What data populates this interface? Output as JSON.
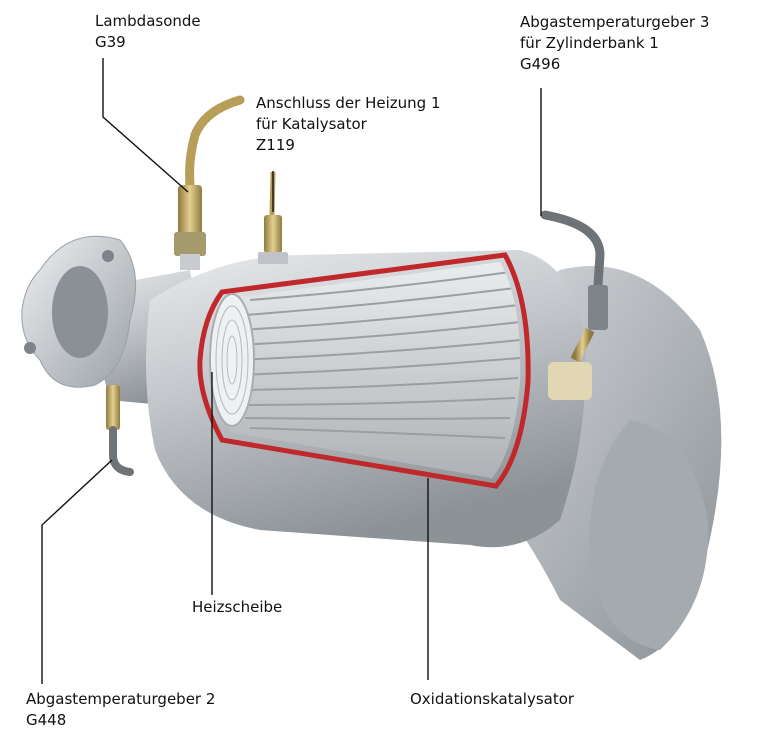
{
  "labels": {
    "lambda": {
      "line1": "Lambdasonde",
      "line2": "G39"
    },
    "heizung": {
      "line1": "Anschluss der Heizung 1",
      "line2": "für Katalysator",
      "line3": "Z119"
    },
    "temp3": {
      "line1": "Abgastemperaturgeber 3",
      "line2": "für Zylinderbank 1",
      "line3": "G496"
    },
    "heizscheibe": {
      "line1": "Heizscheibe"
    },
    "temp2": {
      "line1": "Abgastemperaturgeber 2",
      "line2": "G448"
    },
    "oxidation": {
      "line1": "Oxidationskatalysator"
    }
  },
  "colors": {
    "metal": "#bfc3c7",
    "metal_dark": "#8f959a",
    "cutaway_red": "#c0282b",
    "brass": "#c9b06a",
    "cable": "#6e7378",
    "line": "#111111"
  }
}
